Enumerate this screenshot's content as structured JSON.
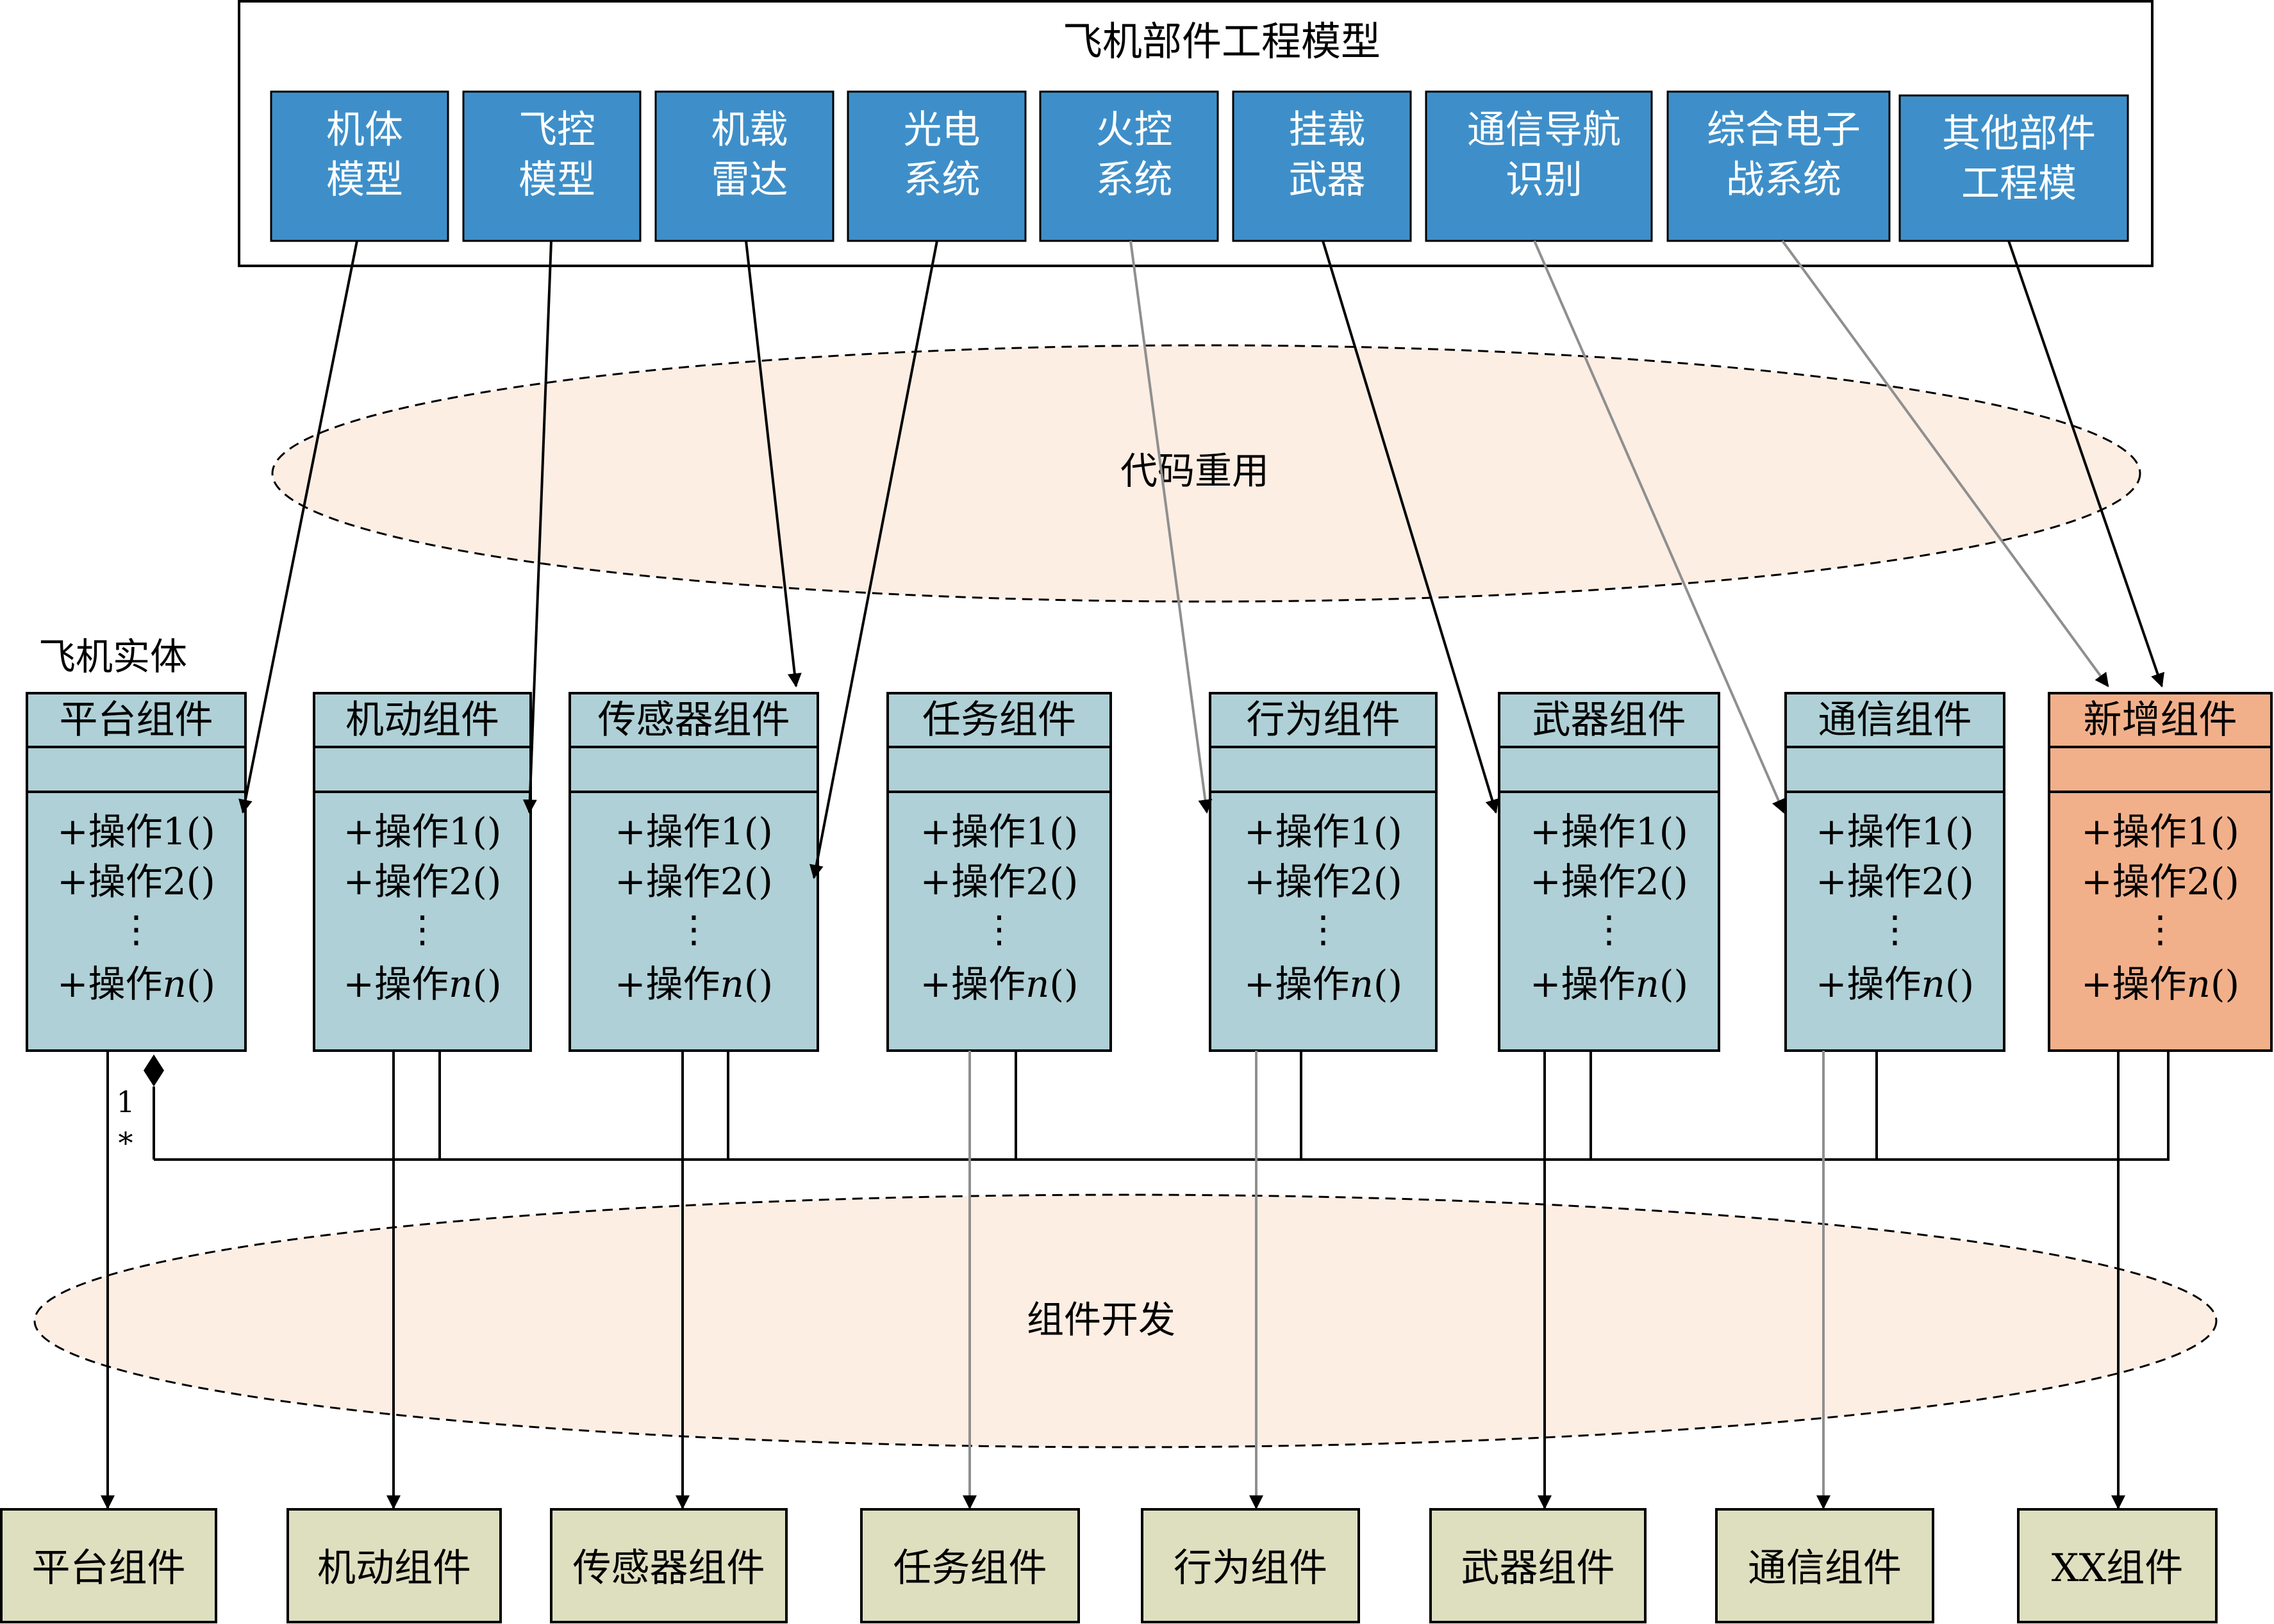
{
  "title": "飞机部件工程模型",
  "top_models": [
    [
      "机体",
      "模型"
    ],
    [
      "飞控",
      "模型"
    ],
    [
      "机载",
      "雷达"
    ],
    [
      "光电",
      "系统"
    ],
    [
      "火控",
      "系统"
    ],
    [
      "挂载",
      "武器"
    ],
    [
      "通信导航",
      "识别"
    ],
    [
      "综合电子",
      "战系统"
    ],
    [
      "其他部件",
      "工程模"
    ]
  ],
  "reuse_label": "代码重用",
  "entity_label": "飞机实体",
  "components": [
    "平台组件",
    "机动组件",
    "传感器组件",
    "任务组件",
    "行为组件",
    "武器组件",
    "通信组件",
    "新增组件"
  ],
  "operations": {
    "op1": "+操作1()",
    "op2": "+操作2()",
    "ellipsis": "⋮",
    "opn_prefix": "+操作",
    "opn_var": "n",
    "opn_suffix": "()"
  },
  "multiplicity": {
    "one": "1",
    "many": "*"
  },
  "dev_label": "组件开发",
  "bottom_components": [
    "平台组件",
    "机动组件",
    "传感器组件",
    "任务组件",
    "行为组件",
    "武器组件",
    "通信组件",
    "XX组件"
  ],
  "colors": {
    "top_box": "#3e8fc9",
    "class_fill": "#afd0d6",
    "new_class_fill": "#f2b08a",
    "ellipse_fill": "#fdeee4",
    "bottom_fill": "#dedfbf",
    "gray_line": "#8f8f8f"
  }
}
